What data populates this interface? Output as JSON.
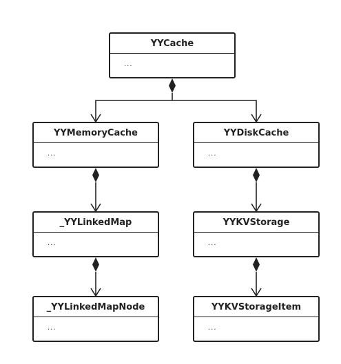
{
  "diagram": {
    "classes": {
      "yycache": {
        "name": "YYCache",
        "body": "..."
      },
      "yymemorycache": {
        "name": "YYMemoryCache",
        "body": "..."
      },
      "yydiskcache": {
        "name": "YYDiskCache",
        "body": "..."
      },
      "yylinkedmap": {
        "name": "_YYLinkedMap",
        "body": "..."
      },
      "yykvstorage": {
        "name": "YYKVStorage",
        "body": "..."
      },
      "yylinkedmapnode": {
        "name": "_YYLinkedMapNode",
        "body": "..."
      },
      "yykvstorageitem": {
        "name": "YYKVStorageItem",
        "body": "..."
      }
    },
    "relations": [
      {
        "type": "composition",
        "whole": "YYCache",
        "part": "YYMemoryCache"
      },
      {
        "type": "composition",
        "whole": "YYCache",
        "part": "YYDiskCache"
      },
      {
        "type": "composition",
        "whole": "YYMemoryCache",
        "part": "_YYLinkedMap"
      },
      {
        "type": "composition",
        "whole": "YYDiskCache",
        "part": "YYKVStorage"
      },
      {
        "type": "composition",
        "whole": "_YYLinkedMap",
        "part": "_YYLinkedMapNode"
      },
      {
        "type": "composition",
        "whole": "YYKVStorage",
        "part": "YYKVStorageItem"
      }
    ],
    "colors": {
      "stroke": "#222222",
      "background": "#ffffff"
    }
  }
}
